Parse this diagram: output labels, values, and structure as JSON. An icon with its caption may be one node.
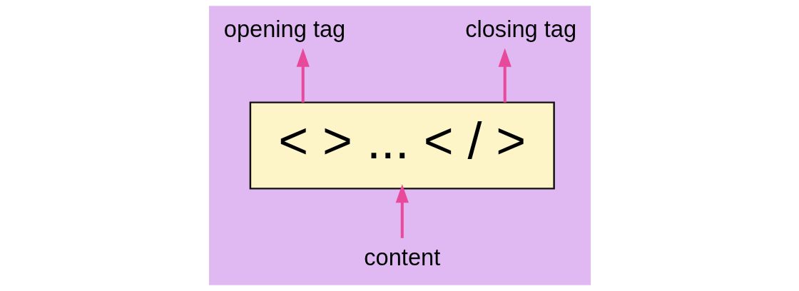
{
  "diagram": {
    "nodes": [
      {
        "text": [
          "opening tag"
        ]
      },
      {
        "text": [
          "closing tag"
        ]
      },
      {
        "text": [
          "< > ... < / >"
        ]
      },
      {
        "text": [
          "content"
        ]
      }
    ],
    "edges": [
      {
        "from": 2,
        "to": 0,
        "arrow": "to"
      },
      {
        "from": 2,
        "to": 1,
        "arrow": "to"
      },
      {
        "from": 3,
        "to": 2,
        "arrow": "to"
      }
    ]
  }
}
